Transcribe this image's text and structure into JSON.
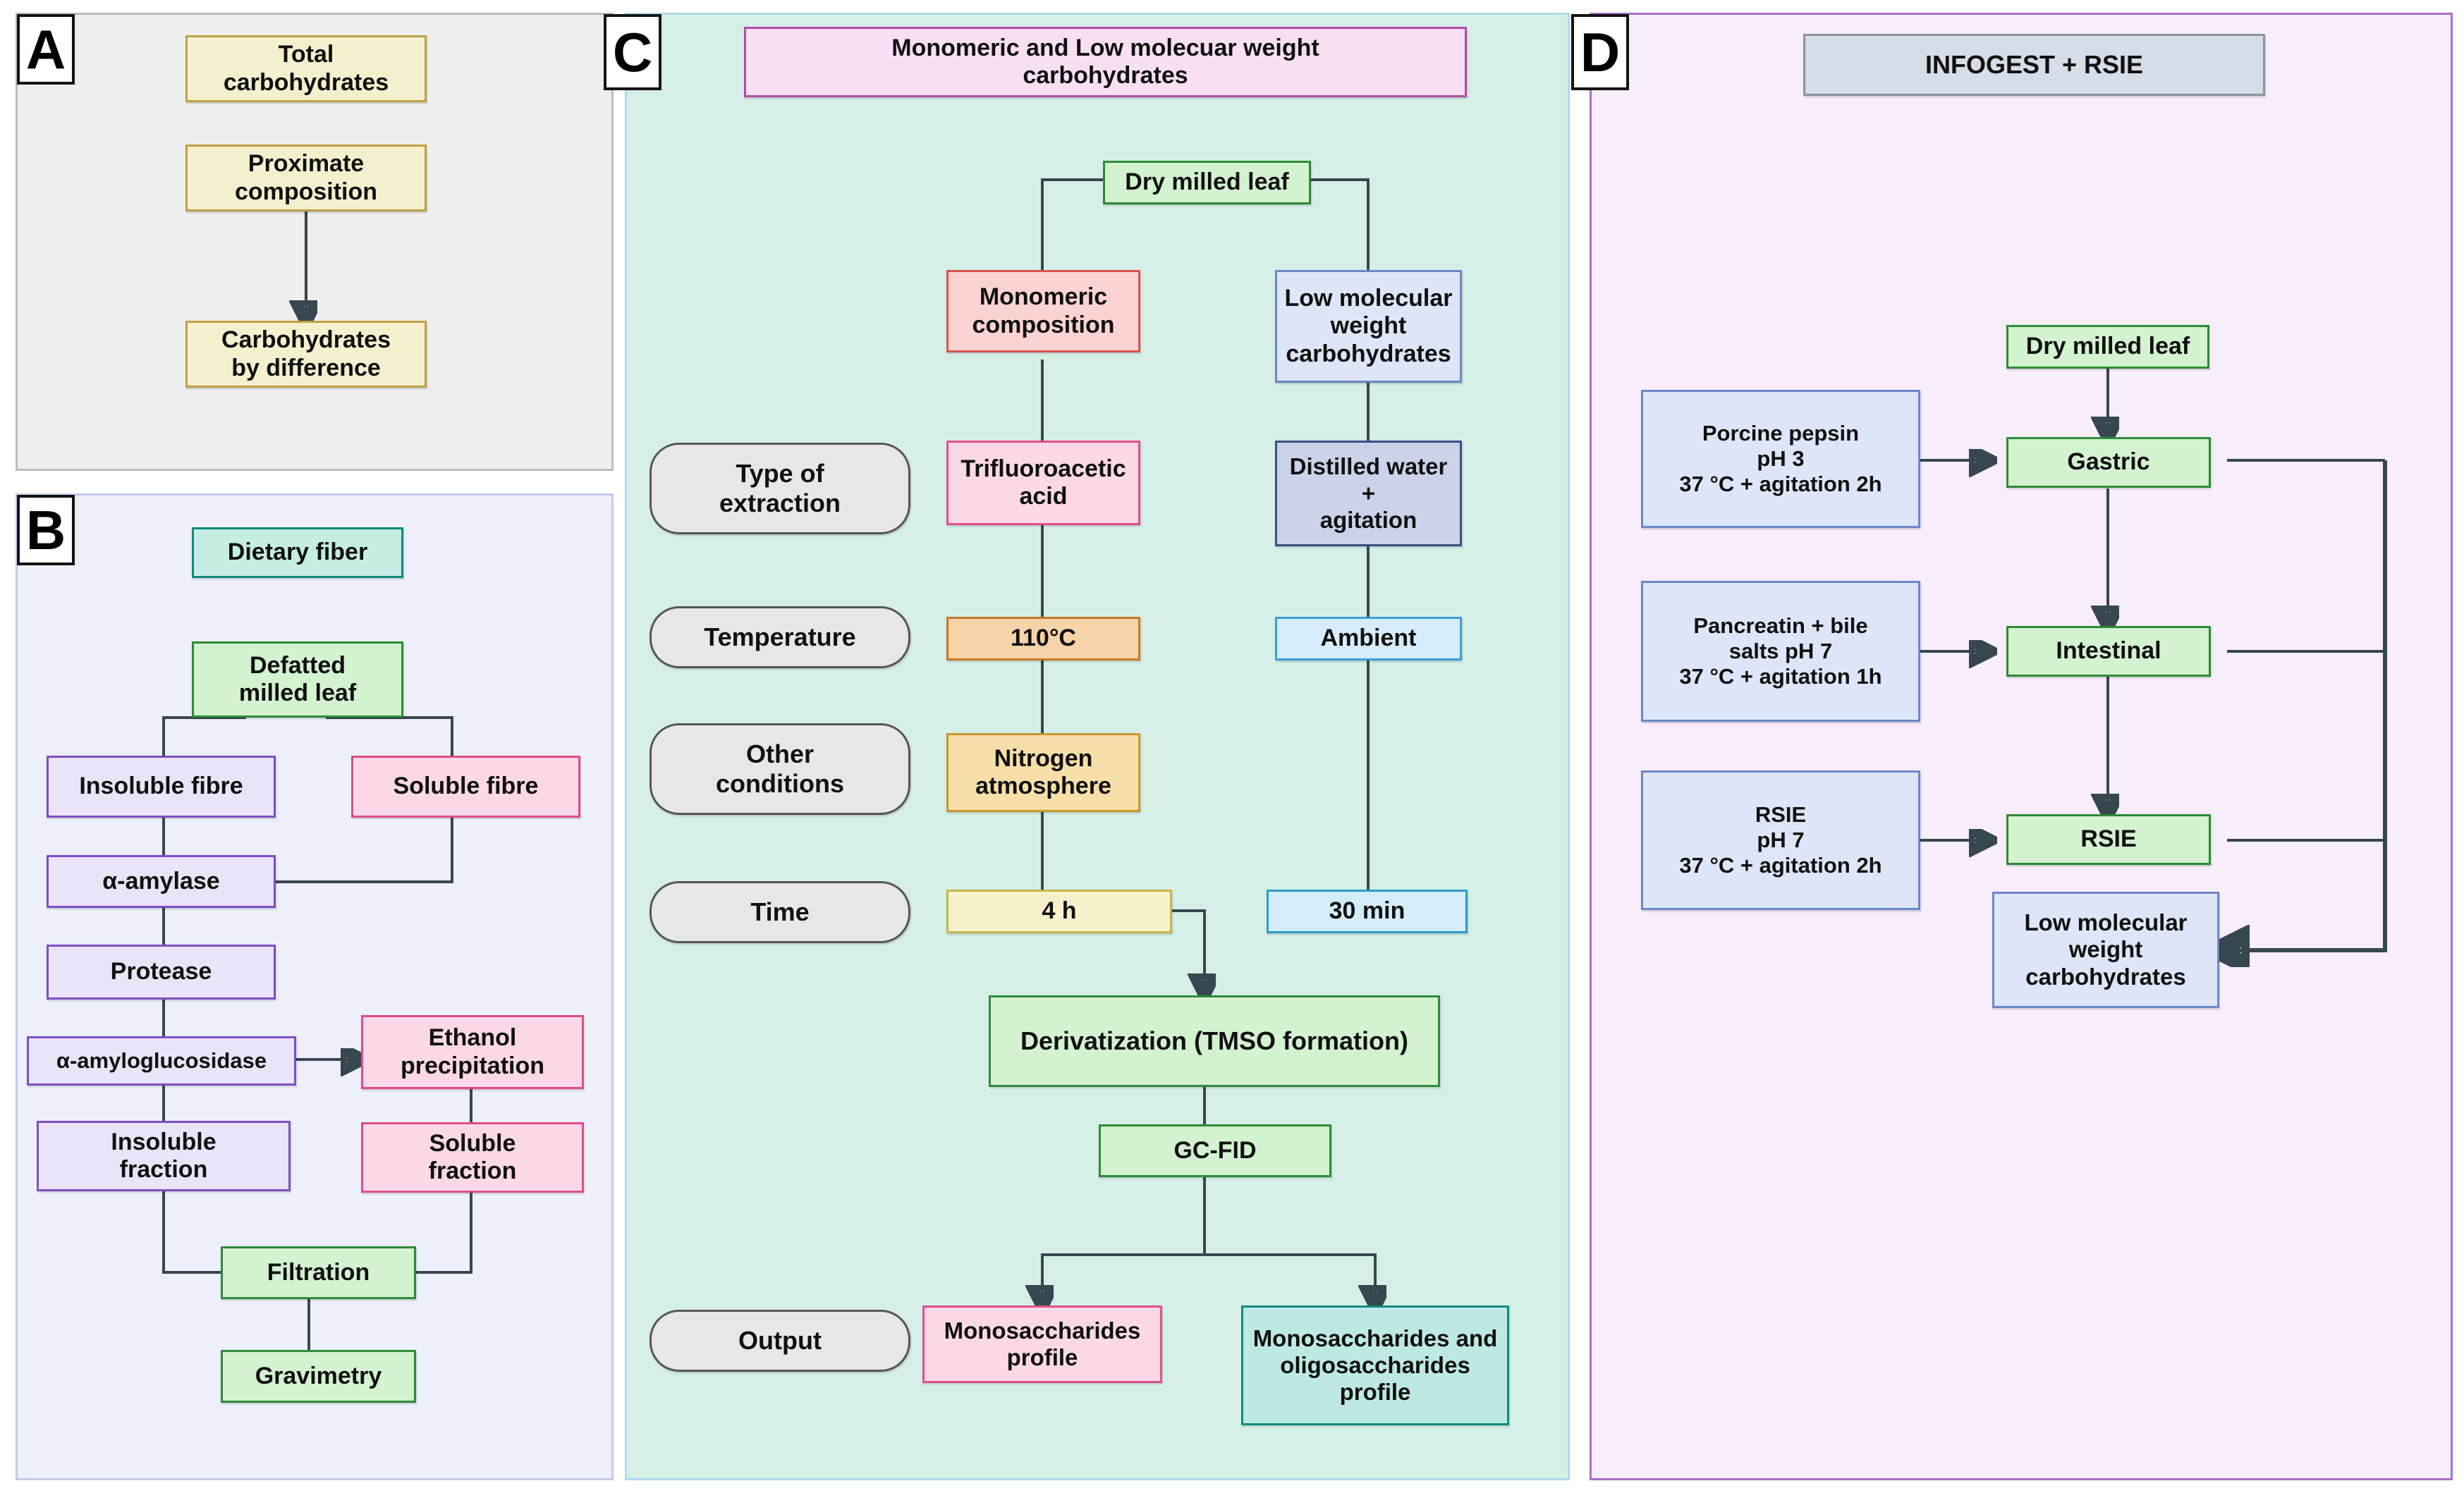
{
  "figure": {
    "panels": [
      {
        "id": "A",
        "label": "A"
      },
      {
        "id": "B",
        "label": "B"
      },
      {
        "id": "C",
        "label": "C"
      },
      {
        "id": "D",
        "label": "D"
      }
    ]
  },
  "panel_a": {
    "label": "A",
    "background": "#EEEEEE",
    "nodes": {
      "total_carbohydrates": "Total\ncarbohydrates",
      "total_carbohydrates_l1": "Total",
      "total_carbohydrates_l2": "carbohydrates",
      "proximate_l1": "Proximate",
      "proximate_l2": "composition",
      "by_difference_l1": "Carbohydrates",
      "by_difference_l2": "by difference"
    }
  },
  "panel_b": {
    "label": "B",
    "background": "#EDEFFB",
    "nodes": {
      "dietary_fiber": "Dietary fiber",
      "defatted_l1": "Defatted",
      "defatted_l2": "milled leaf",
      "insoluble_fibre": "Insoluble fibre",
      "soluble_fibre": "Soluble fibre",
      "alpha_amylase": "α-amylase",
      "protease": "Protease",
      "amyloglucosidase": "α-amyloglucosidase",
      "ethanol_l1": "Ethanol",
      "ethanol_l2": "precipitation",
      "insoluble_fraction_l1": "Insoluble",
      "insoluble_fraction_l2": "fraction",
      "soluble_fraction_l1": "Soluble",
      "soluble_fraction_l2": "fraction",
      "filtration": "Filtration",
      "gravimetry": "Gravimetry"
    }
  },
  "panel_c": {
    "label": "C",
    "background": "#D5EFE7",
    "title_l1": "Monomeric and Low molecuar weight",
    "title_l2": "carbohydrates",
    "row_labels": {
      "extraction_l1": "Type of",
      "extraction_l2": "extraction",
      "temperature": "Temperature",
      "other_l1": "Other",
      "other_l2": "conditions",
      "time": "Time",
      "output": "Output"
    },
    "nodes": {
      "dry_milled_leaf": "Dry milled leaf",
      "monomeric_l1": "Monomeric",
      "monomeric_l2": "composition",
      "lmw_l1": "Low molecular",
      "lmw_l2": "weight",
      "lmw_l3": "carbohydrates",
      "tfa_l1": "Trifluoroacetic",
      "tfa_l2": "acid",
      "water_l1": "Distilled water",
      "water_l2": "+",
      "water_l3": "agitation",
      "temp_left": "110°C",
      "temp_right": "Ambient",
      "nitrogen_l1": "Nitrogen",
      "nitrogen_l2": "atmosphere",
      "time_left": "4 h",
      "time_right": "30 min",
      "derivatization": "Derivatization (TMSO formation)",
      "gc_fid": "GC-FID",
      "mono_profile_l1": "Monosaccharides",
      "mono_profile_l2": "profile",
      "mono_oligo_l1": "Monosaccharides and",
      "mono_oligo_l2": "oligosaccharides",
      "mono_oligo_l3": "profile"
    }
  },
  "panel_d": {
    "label": "D",
    "background": "#F7EDFB",
    "title": "INFOGEST + RSIE",
    "nodes": {
      "dry_milled_leaf": "Dry milled leaf",
      "pepsin_l1": "Porcine pepsin",
      "pepsin_l2": "pH 3",
      "pepsin_l3": "37 °C + agitation 2h",
      "pancreatin_l1": "Pancreatin +  bile",
      "pancreatin_l2": "salts pH 7",
      "pancreatin_l3": "37 °C + agitation 1h",
      "rsie_reagent_l1": "RSIE",
      "rsie_reagent_l2": "pH 7",
      "rsie_reagent_l3": "37 °C + agitation 2h",
      "gastric": "Gastric",
      "intestinal": "Intestinal",
      "rsie": "RSIE",
      "lmw_l1": "Low molecular",
      "lmw_l2": "weight",
      "lmw_l3": "carbohydrates"
    }
  }
}
